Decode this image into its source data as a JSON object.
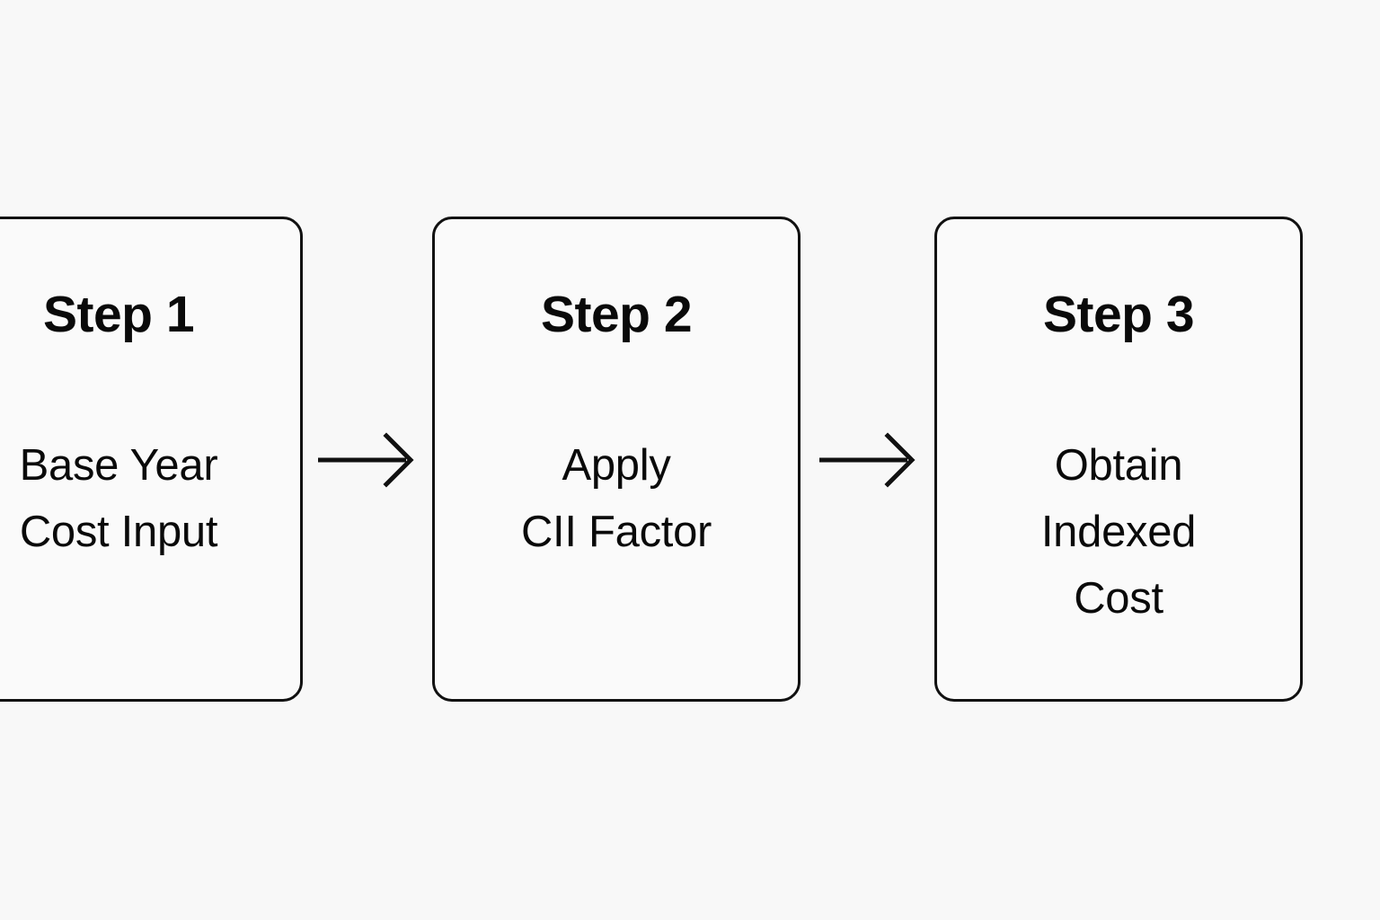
{
  "diagram": {
    "type": "horizontal-flowchart",
    "background_color": "#f8f8f8",
    "box_fill_color": "#fafafa",
    "box_border_color": "#111111",
    "text_color": "#0a0a0a",
    "steps": [
      {
        "id": "step-1",
        "title": "Step 1",
        "body_lines": [
          "Base Year",
          "Cost Input"
        ],
        "clipped_at_left_edge": true
      },
      {
        "id": "step-2",
        "title": "Step 2",
        "body_lines": [
          "Apply",
          "CII Factor"
        ],
        "clipped_at_left_edge": false
      },
      {
        "id": "step-3",
        "title": "Step 3",
        "body_lines": [
          "Obtain",
          "Indexed",
          "Cost"
        ],
        "clipped_at_left_edge": false
      }
    ],
    "connectors": [
      {
        "id": "arrow-1",
        "from": "step-1",
        "to": "step-2",
        "glyph": "right-arrow"
      },
      {
        "id": "arrow-2",
        "from": "step-2",
        "to": "step-3",
        "glyph": "right-arrow"
      }
    ]
  }
}
